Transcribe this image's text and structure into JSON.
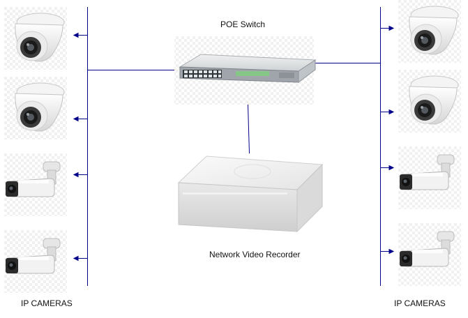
{
  "diagram": {
    "switch_label": "POE Switch",
    "nvr_label": "Network Video Recorder",
    "left_cameras_label": "IP CAMERAS",
    "right_cameras_label": "IP CAMERAS",
    "line_color": "#00008b",
    "left_cameras": [
      {
        "icon": "dome-camera-icon"
      },
      {
        "icon": "dome-camera-icon"
      },
      {
        "icon": "bullet-camera-icon"
      },
      {
        "icon": "bullet-camera-icon"
      }
    ],
    "right_cameras": [
      {
        "icon": "dome-camera-icon"
      },
      {
        "icon": "dome-camera-icon"
      },
      {
        "icon": "bullet-camera-icon"
      },
      {
        "icon": "bullet-camera-icon"
      }
    ]
  }
}
